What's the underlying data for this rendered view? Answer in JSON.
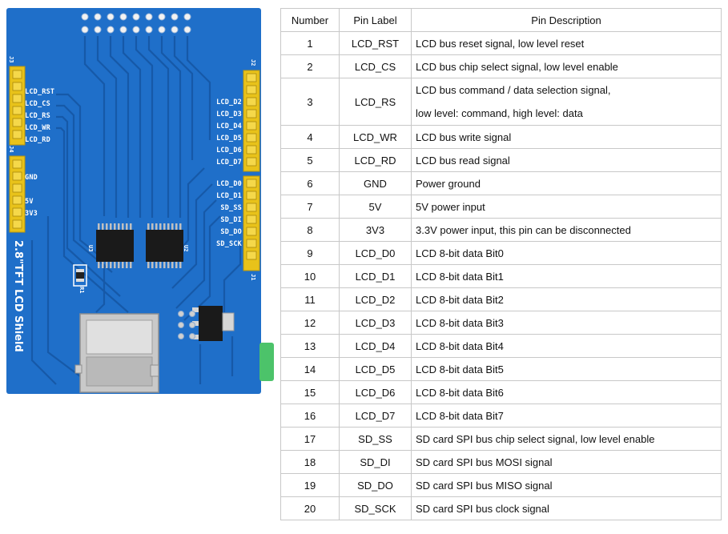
{
  "board": {
    "title": "2.8\"TFT LCD Shield",
    "left_header_label_top": "J3",
    "left_header_label_bottom": "J4",
    "right_header_label_top": "J2",
    "right_header_label_bottom": "J1",
    "left_top_pins": [
      "LCD_RST",
      "LCD_CS",
      "LCD_RS",
      "LCD_WR",
      "LCD_RD"
    ],
    "left_bottom_pins": [
      "GND",
      "5V",
      "3V3"
    ],
    "right_top_pins": [
      "LCD_D2",
      "LCD_D3",
      "LCD_D4",
      "LCD_D5",
      "LCD_D6",
      "LCD_D7"
    ],
    "right_bottom_pins": [
      "LCD_D0",
      "LCD_D1",
      "SD_SS",
      "SD_DI",
      "SD_DO",
      "SD_SCK"
    ],
    "chip_labels": [
      "U3",
      "U2"
    ],
    "resistor_label": "R1",
    "colors": {
      "pcb": "#1f6fc9",
      "pcb_dark": "#165fb3",
      "header": "#e8c21a",
      "silkscreen": "#ffffff"
    }
  },
  "table": {
    "headers": {
      "number": "Number",
      "label": "Pin Label",
      "description": "Pin Description"
    },
    "rows": [
      {
        "number": "1",
        "label": "LCD_RST",
        "desc": "LCD bus reset signal, low level reset"
      },
      {
        "number": "2",
        "label": "LCD_CS",
        "desc": "LCD bus chip select signal, low level enable"
      },
      {
        "number": "3",
        "label": "LCD_RS",
        "desc": "LCD bus command / data selection signal,",
        "desc2": "low level: command, high level: data"
      },
      {
        "number": "4",
        "label": "LCD_WR",
        "desc": "LCD bus write signal"
      },
      {
        "number": "5",
        "label": "LCD_RD",
        "desc": "LCD bus read signal"
      },
      {
        "number": "6",
        "label": "GND",
        "desc": "Power ground"
      },
      {
        "number": "7",
        "label": "5V",
        "desc": "5V power input"
      },
      {
        "number": "8",
        "label": "3V3",
        "desc": "3.3V power input, this pin can be disconnected"
      },
      {
        "number": "9",
        "label": "LCD_D0",
        "desc": "LCD 8-bit data Bit0"
      },
      {
        "number": "10",
        "label": "LCD_D1",
        "desc": "LCD 8-bit data Bit1"
      },
      {
        "number": "11",
        "label": "LCD_D2",
        "desc": "LCD 8-bit data Bit2"
      },
      {
        "number": "12",
        "label": "LCD_D3",
        "desc": "LCD 8-bit data Bit3"
      },
      {
        "number": "13",
        "label": "LCD_D4",
        "desc": "LCD 8-bit data Bit4"
      },
      {
        "number": "14",
        "label": "LCD_D5",
        "desc": "LCD 8-bit data Bit5"
      },
      {
        "number": "15",
        "label": "LCD_D6",
        "desc": "LCD 8-bit data Bit6"
      },
      {
        "number": "16",
        "label": "LCD_D7",
        "desc": "LCD 8-bit data Bit7"
      },
      {
        "number": "17",
        "label": "SD_SS",
        "desc": "SD card SPI bus chip select signal, low level enable"
      },
      {
        "number": "18",
        "label": "SD_DI",
        "desc": "SD card SPI bus MOSI signal"
      },
      {
        "number": "19",
        "label": "SD_DO",
        "desc": "SD card SPI bus MISO signal"
      },
      {
        "number": "20",
        "label": "SD_SCK",
        "desc": "SD card SPI bus clock signal"
      }
    ]
  }
}
